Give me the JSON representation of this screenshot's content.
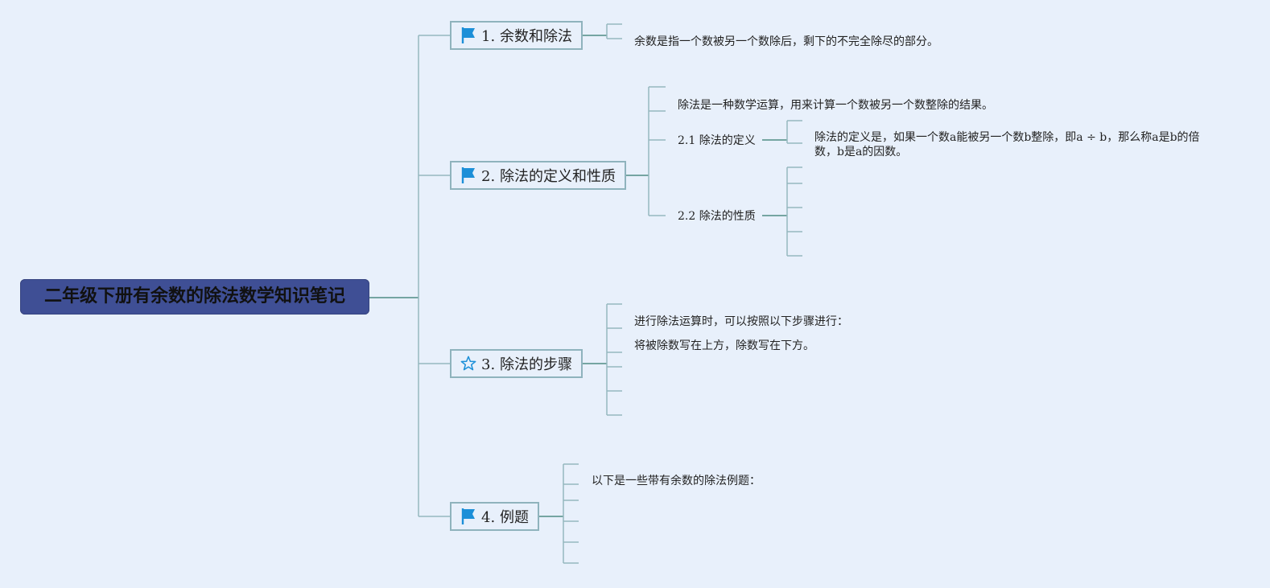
{
  "map": {
    "root": "二年级下册有余数的除法数学知识笔记",
    "t1": {
      "label": "1. 余数和除法",
      "icon": "flag-icon",
      "note": "余数是指一个数被另一个数除后，剩下的不完全除尽的部分。"
    },
    "t2": {
      "label": "2. 除法的定义和性质",
      "icon": "flag-icon",
      "note": "除法是一种数学运算，用来计算一个数被另一个数整除的结果。",
      "sub1": {
        "label": "2.1 除法的定义",
        "note": "除法的定义是，如果一个数a能被另一个数b整除，即a ÷ b，那么称a是b的倍数，b是a的因数。"
      },
      "sub2": {
        "label": "2.2 除法的性质"
      }
    },
    "t3": {
      "label": "3. 除法的步骤",
      "icon": "star-icon",
      "notes": [
        "进行除法运算时，可以按照以下步骤进行：",
        "将被除数写在上方，除数写在下方。"
      ]
    },
    "t4": {
      "label": "4. 例题",
      "icon": "flag-icon",
      "note": "以下是一些带有余数的除法例题："
    }
  },
  "colors": {
    "background": "#e8f0fb",
    "root_fill": "#3f4f95",
    "topic_border": "#8fb3bd",
    "main_line": "#4f8c84",
    "branch_line": "#95b7bf",
    "flag": "#1c8fd8",
    "star": "#1c8fd8"
  }
}
